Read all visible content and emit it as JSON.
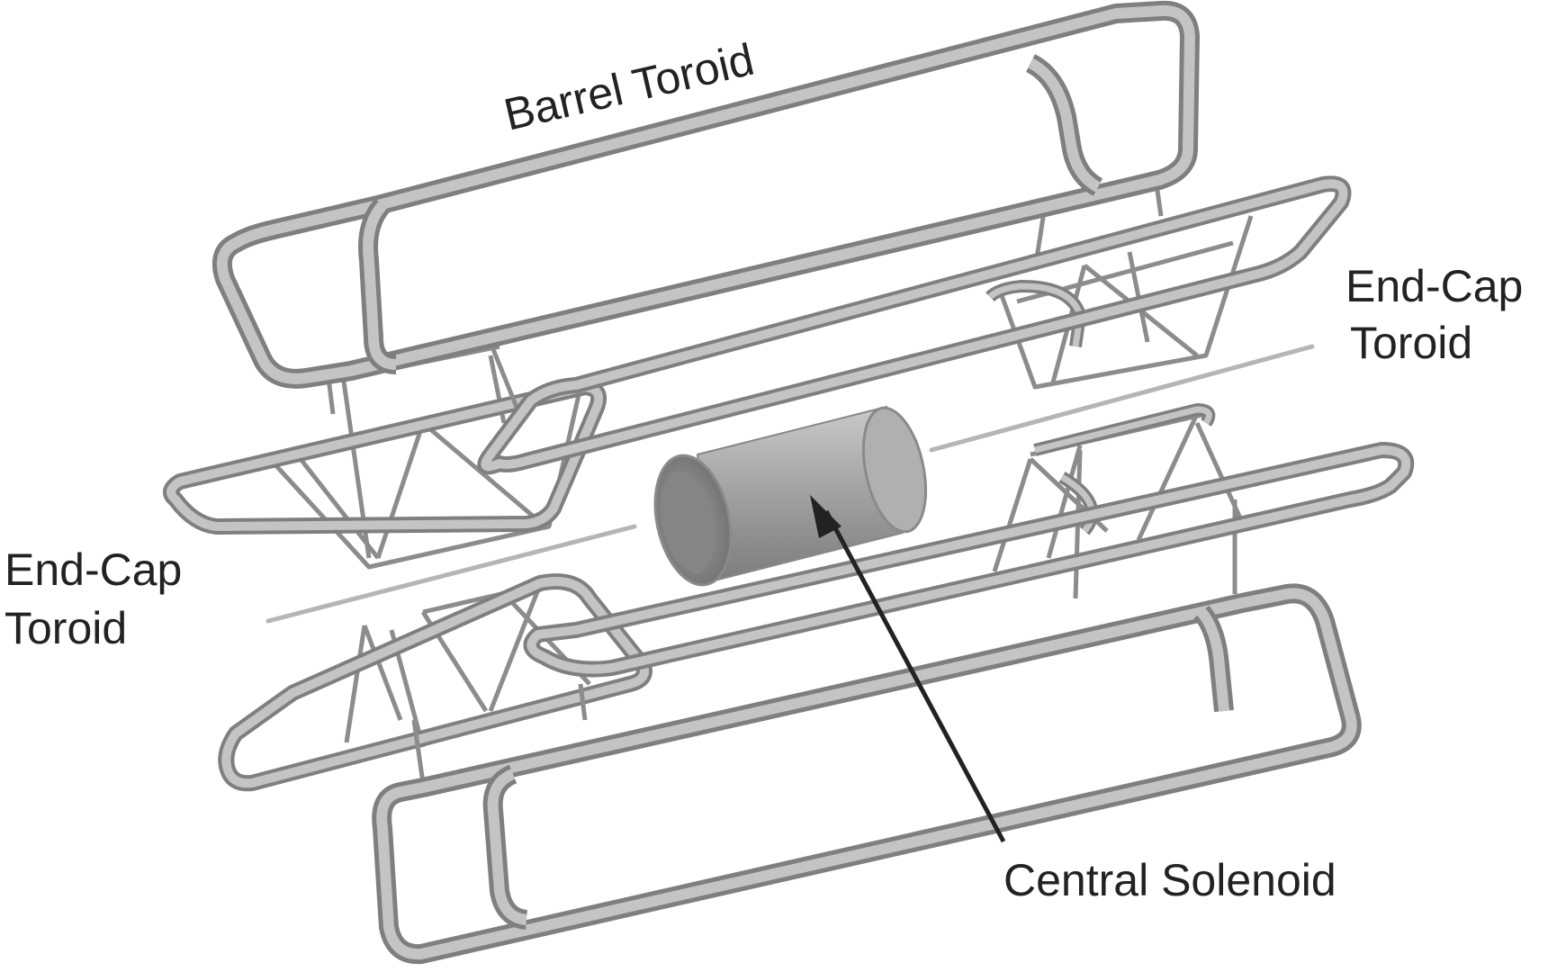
{
  "labels": {
    "barrel_toroid": "Barrel Toroid",
    "end_cap_right_line1": "End-Cap",
    "end_cap_right_line2": "Toroid",
    "end_cap_left_line1": "End-Cap",
    "end_cap_left_line2": "Toroid",
    "central_solenoid": "Central Solenoid"
  },
  "colors": {
    "coil_outer": "#7f7f7f",
    "coil_inner": "#c4c4c4",
    "strut": "#8c8c8c",
    "solenoid": "#9a9a9a",
    "arrow": "#222222",
    "text": "#222222"
  }
}
